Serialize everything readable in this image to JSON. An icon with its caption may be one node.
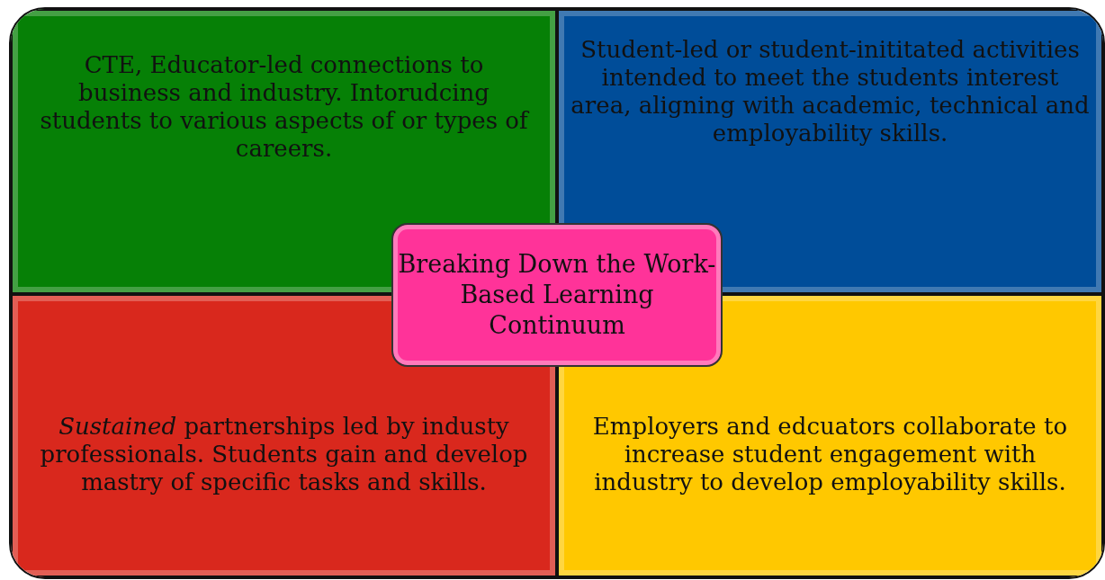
{
  "diagram": {
    "nodes": [
      {
        "text": [
          "CTE, Educator-led connections to business and industry. Intorudcing students to various aspects of or types of careers."
        ]
      },
      {
        "text": [
          "Student-led or student-inititated activities intended to meet the students interest area, aligning with academic, technical and employability skills."
        ]
      },
      {
        "text": [
          "Breaking Down the Work-Based Learning Continuum"
        ]
      },
      {
        "text": [
          "*Sustained* partnerships led by industy professionals. Students gain and develop mastry of specific tasks and skills."
        ]
      },
      {
        "text": [
          "Employers and edcuators collaborate to increase student engagement with industry to develop employability skills."
        ]
      }
    ]
  }
}
